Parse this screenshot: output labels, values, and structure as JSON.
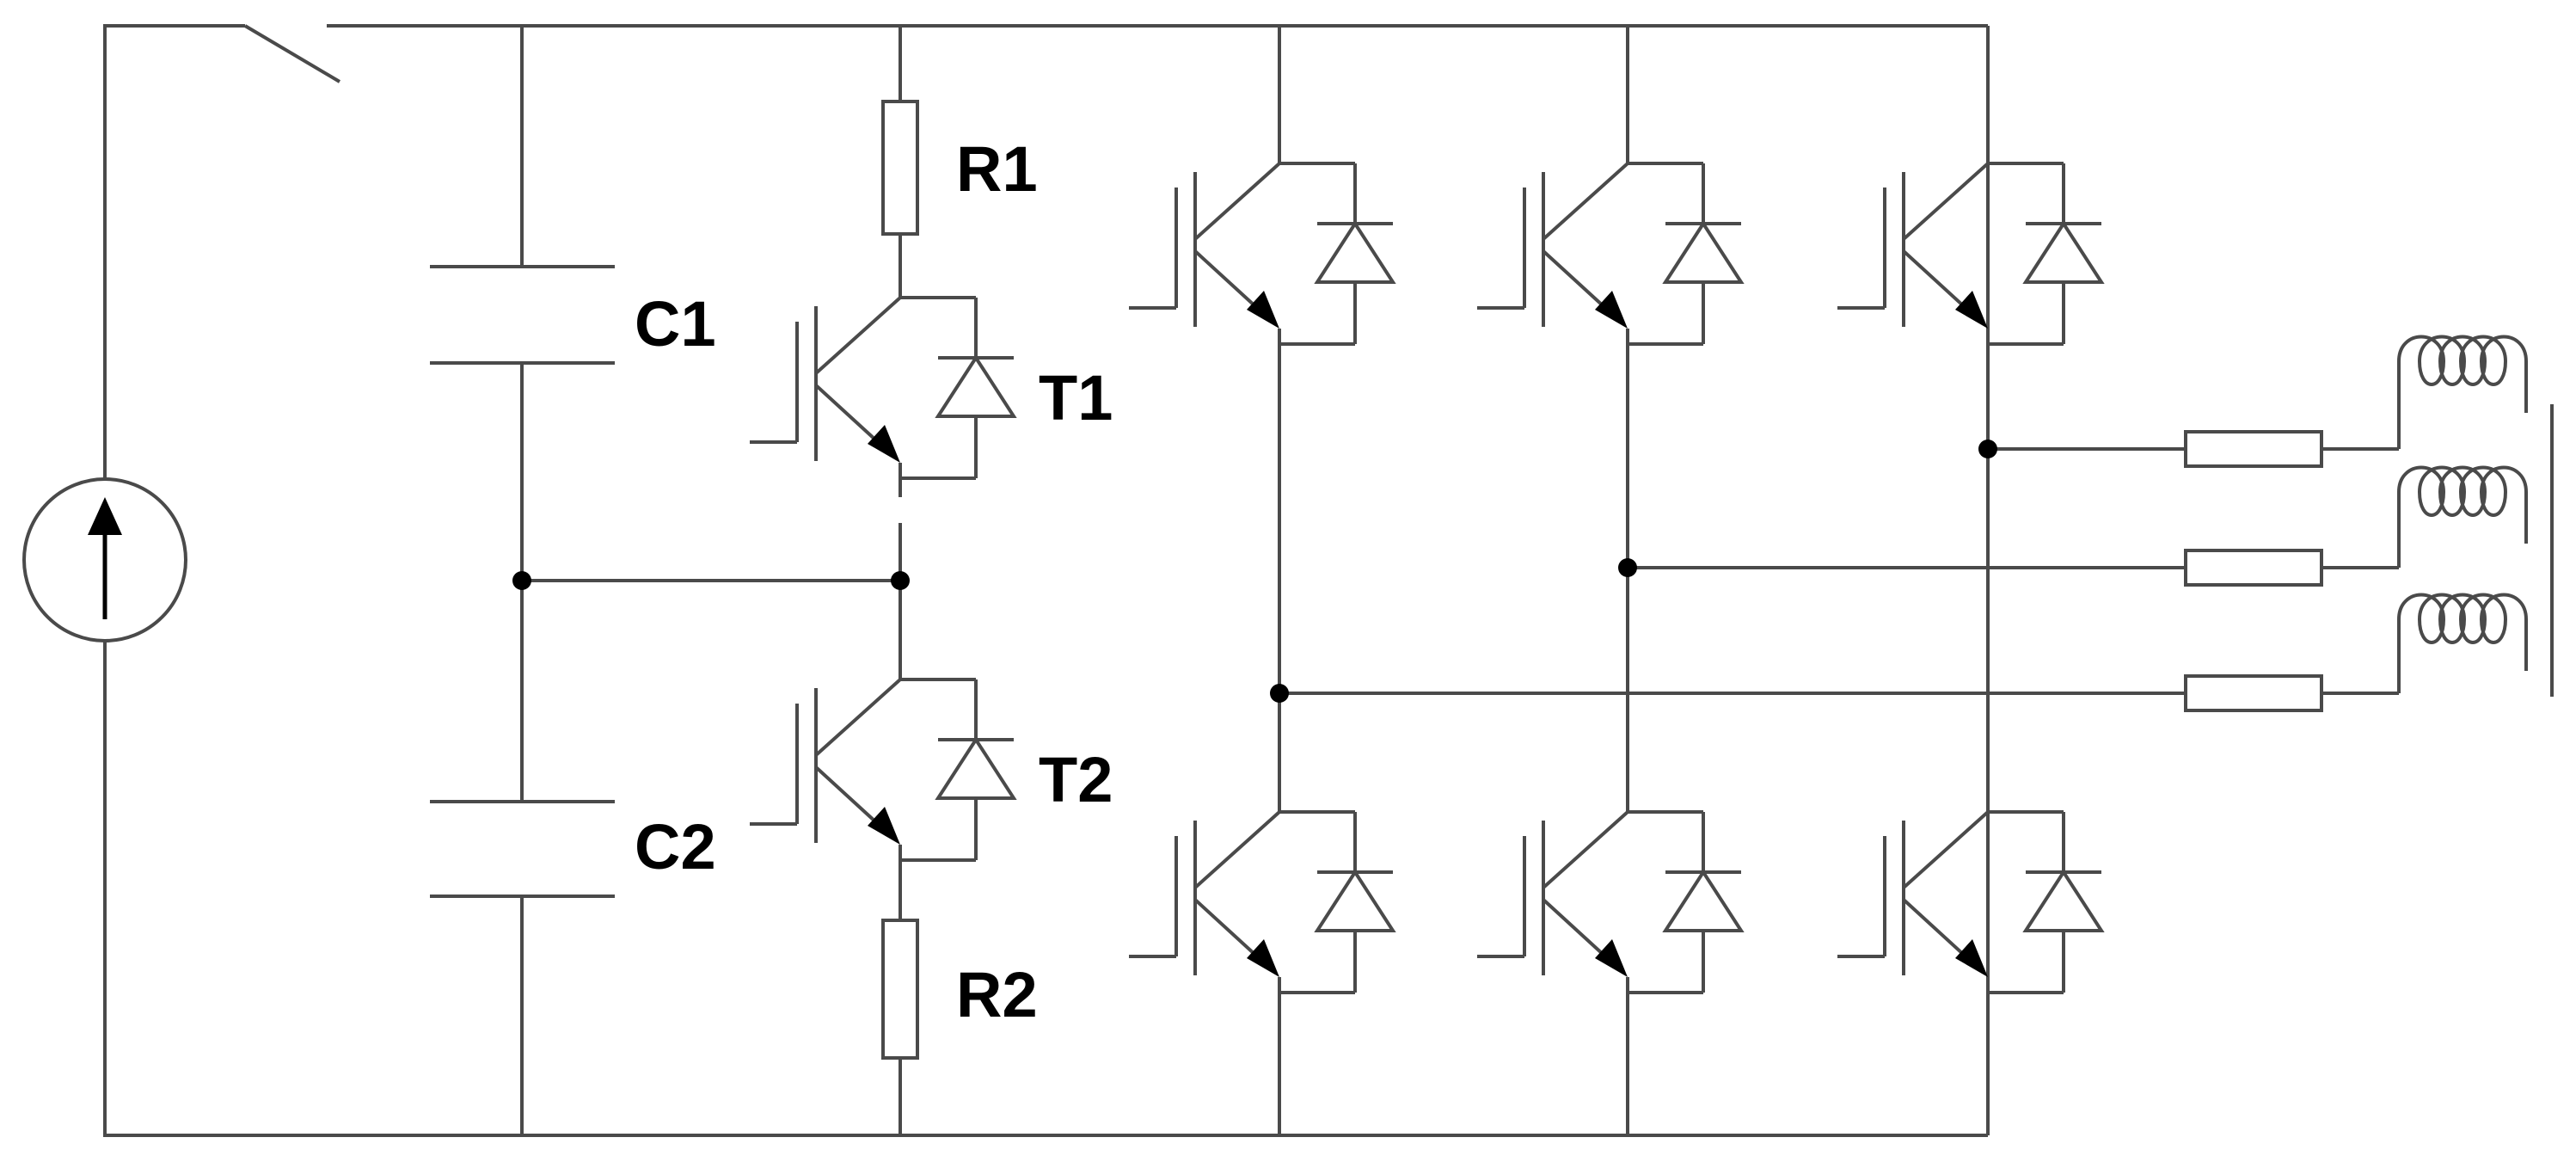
{
  "diagram": {
    "capacitor_labels": [
      "C1",
      "C2"
    ],
    "transistor_labels": [
      "T1",
      "T2"
    ],
    "resistor_labels": [
      "R1",
      "R2"
    ]
  },
  "colors": {
    "wire": "#4a4a4a",
    "arrow": "#000000",
    "background": "#ffffff"
  }
}
